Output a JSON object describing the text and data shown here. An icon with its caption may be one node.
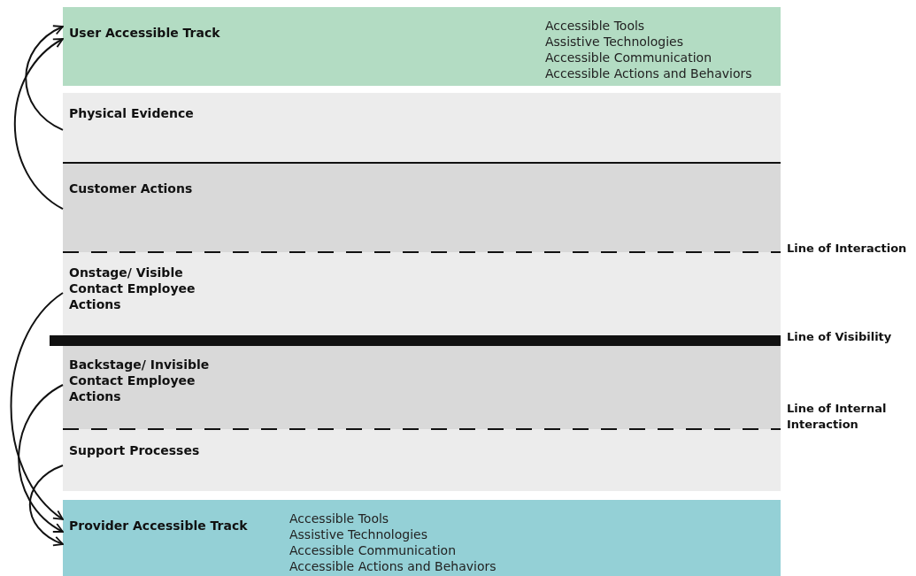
{
  "diagram": {
    "nodes": [
      {
        "text": [
          "User Accessible Track",
          "Accessible Tools",
          "Assistive Technologies",
          "Accessible Communication",
          "Accessible Actions and Behaviors"
        ]
      },
      {
        "text": [
          "Physical Evidence"
        ]
      },
      {
        "text": [
          "Customer Actions"
        ]
      },
      {
        "text": [
          "Onstage/ Visible Contact Employee Actions"
        ]
      },
      {
        "text": [
          "Backstage/ Invisible Contact Employee Actions"
        ]
      },
      {
        "text": [
          "Support Processes"
        ]
      },
      {
        "text": [
          "Provider Accessible Track",
          "Accessible Tools",
          "Assistive Technologies",
          "Accessible Communication",
          "Accessible Actions and Behaviors"
        ]
      }
    ],
    "edges": [
      {
        "from": 1,
        "to": 0,
        "arrow": "to"
      },
      {
        "from": 2,
        "to": 0,
        "arrow": "to"
      },
      {
        "from": 3,
        "to": 6,
        "arrow": "to"
      },
      {
        "from": 4,
        "to": 6,
        "arrow": "to"
      },
      {
        "from": 5,
        "to": 6,
        "arrow": "to"
      }
    ],
    "labels": [
      "Line of Interaction",
      "Line of Visibility",
      "Line of Internal Interaction"
    ]
  }
}
